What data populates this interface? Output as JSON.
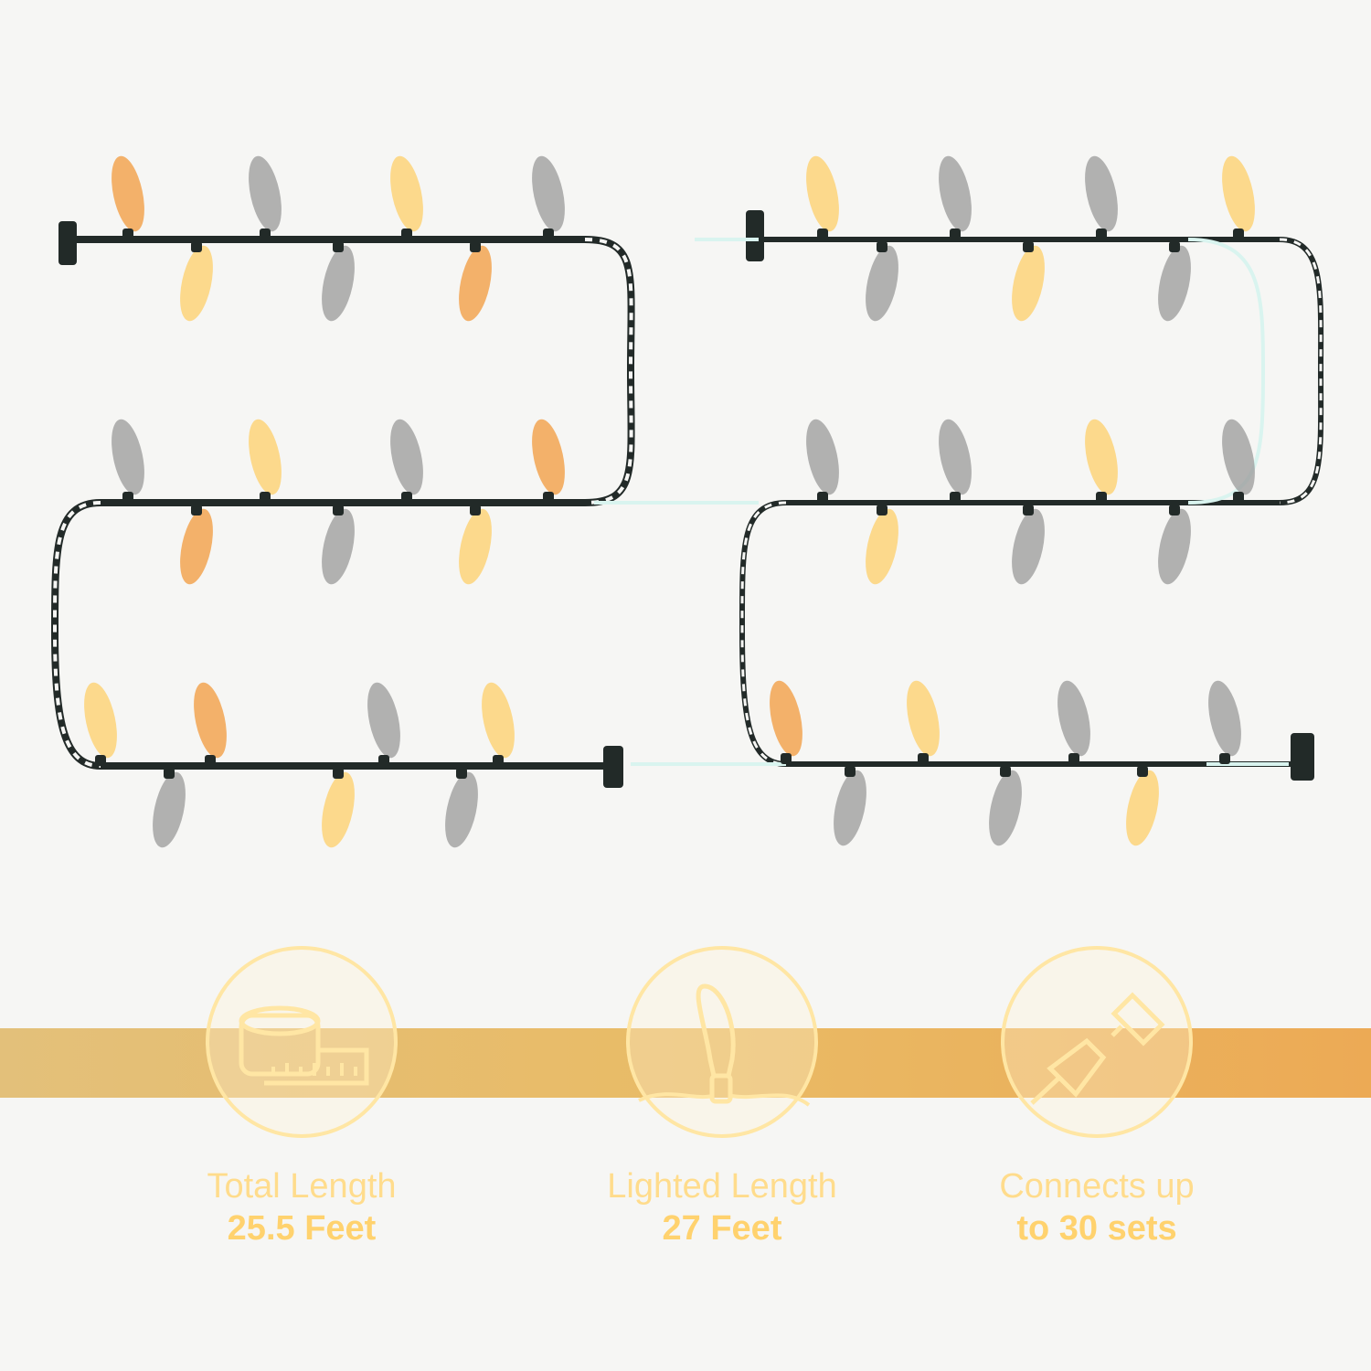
{
  "features": [
    {
      "label": "Total Length",
      "value": "25.5 Feet",
      "icon": "tape-measure-icon"
    },
    {
      "label": "Lighted Length",
      "value": "27 Feet",
      "icon": "bulb-icon"
    },
    {
      "label": "Connects up",
      "value": "to 30 sets",
      "icon": "plug-connector-icon"
    }
  ],
  "colors": {
    "background": "#f6f6f4",
    "cord": "#222a28",
    "bulb_warm": "#fcd98c",
    "bulb_orange": "#f19a3c",
    "bulb_gray": "#9a9a9a",
    "band": "#e9bb66",
    "accent_text": "#ffd26e"
  }
}
